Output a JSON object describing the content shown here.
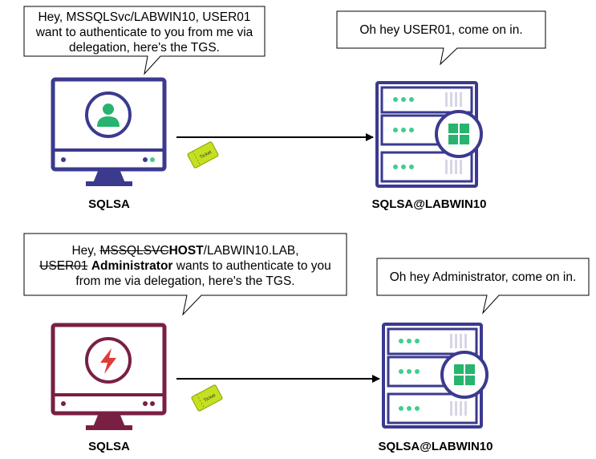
{
  "scene_top": {
    "bubble_left": {
      "line1": "Hey, MSSQLSvc/LABWIN10, USER01",
      "line2": "want to authenticate to you from me via",
      "line3": "delegation, here's the TGS."
    },
    "bubble_right": {
      "text": "Oh hey USER01, come on in."
    },
    "client_label": "SQLSA",
    "server_label": "SQLSA@LABWIN10",
    "ticket_text": "Ticket",
    "colors": {
      "monitor": "#3b3a8f",
      "avatar": "#27b46e",
      "led": "#3ecf8e"
    }
  },
  "scene_bottom": {
    "bubble_left": {
      "line1_prefix": "Hey, ",
      "line1_struck": "MSSQLSVC",
      "line1_bold": "HOST",
      "line1_suffix": "/LABWIN10.LAB,",
      "line2_struck": "USER01",
      "line2_bold": "Administrator",
      "line2_suffix": "wants to authenticate to you",
      "line3": "from me via delegation, here's the TGS."
    },
    "bubble_right": {
      "text": "Oh hey Administrator, come on in."
    },
    "client_label": "SQLSA",
    "server_label": "SQLSA@LABWIN10",
    "ticket_text": "Ticket",
    "colors": {
      "monitor": "#7a1f44",
      "lightning": "#e03a3a"
    }
  },
  "colors": {
    "server_frame": "#3b3a8f",
    "windows_logo": "#27b46e",
    "ticket": "#c4e020"
  }
}
